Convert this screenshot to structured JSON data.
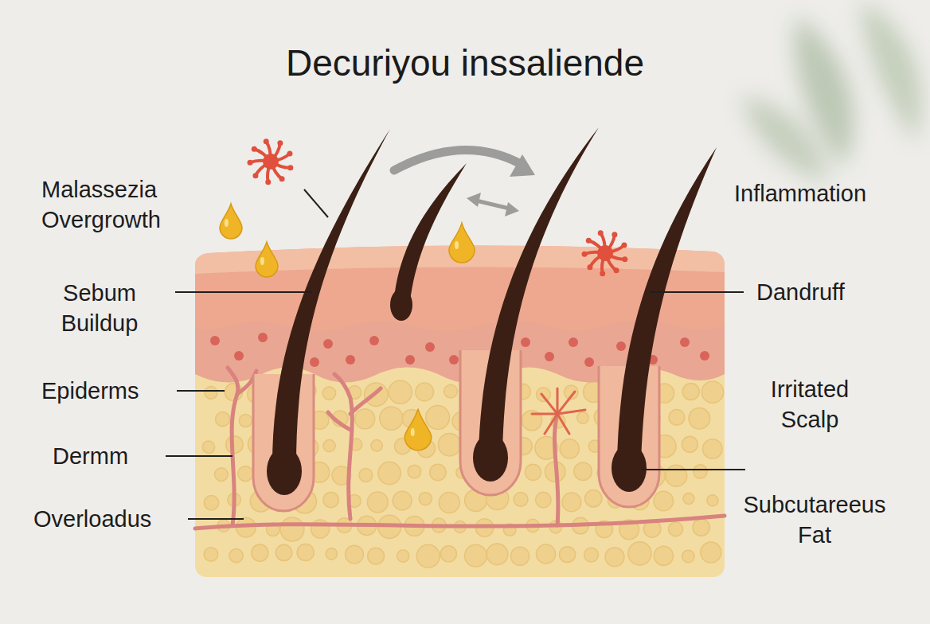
{
  "diagram": {
    "title": "Decuriyou inssaliende",
    "labels": [
      "Malassezia Overgrowth",
      "Sebum Buildup",
      "Epiderms",
      "Dermm",
      "Overloadus",
      "Inflammation",
      "Dandruff",
      "Irritated Scalp",
      "Subcutareeus Fat"
    ]
  }
}
